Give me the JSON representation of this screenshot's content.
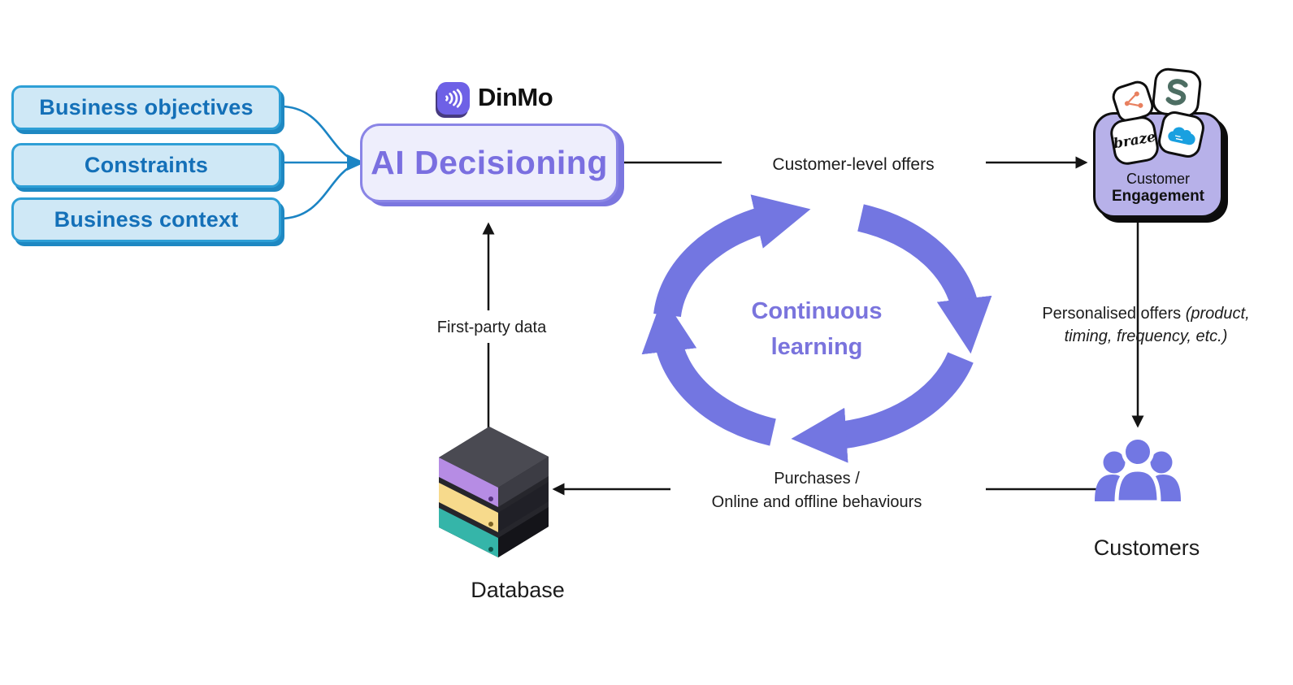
{
  "colors": {
    "accent_purple": "#7678e2",
    "accent_blue": "#1b84c4",
    "input_fill": "#cfe8f6",
    "input_border": "#2e9fd6",
    "ai_box_fill": "#eeeefc",
    "ai_box_border": "#8a85e6",
    "engagement_fill": "#b7b1e9",
    "db_purple": "#b68ce4",
    "db_yellow": "#f7da8c",
    "db_teal": "#35b5a9"
  },
  "inputs": [
    {
      "label": "Business objectives"
    },
    {
      "label": "Constraints"
    },
    {
      "label": "Business context"
    }
  ],
  "brand": {
    "name": "DinMo",
    "logo_icon": "dinmo-soundwave-icon"
  },
  "ai_box": {
    "label": "AI Decisioning"
  },
  "cycle": {
    "line1": "Continuous",
    "line2": "learning"
  },
  "labels": {
    "customer_level_offers": "Customer-level offers",
    "first_party_data": "First-party data",
    "personalised": {
      "regular": "Personalised offers ",
      "italic1": "(product,",
      "italic2": "timing, frequency, etc.)"
    },
    "purchases_line1": "Purchases /",
    "purchases_line2": "Online and offline behaviours"
  },
  "engagement": {
    "line1": "Customer",
    "line2": "Engagement",
    "braze_label": "braze",
    "icons": [
      "share-icon",
      "s-loop-icon",
      "braze-icon",
      "salesforce-cloud-icon"
    ]
  },
  "customers": {
    "label": "Customers"
  },
  "database": {
    "label": "Database"
  }
}
